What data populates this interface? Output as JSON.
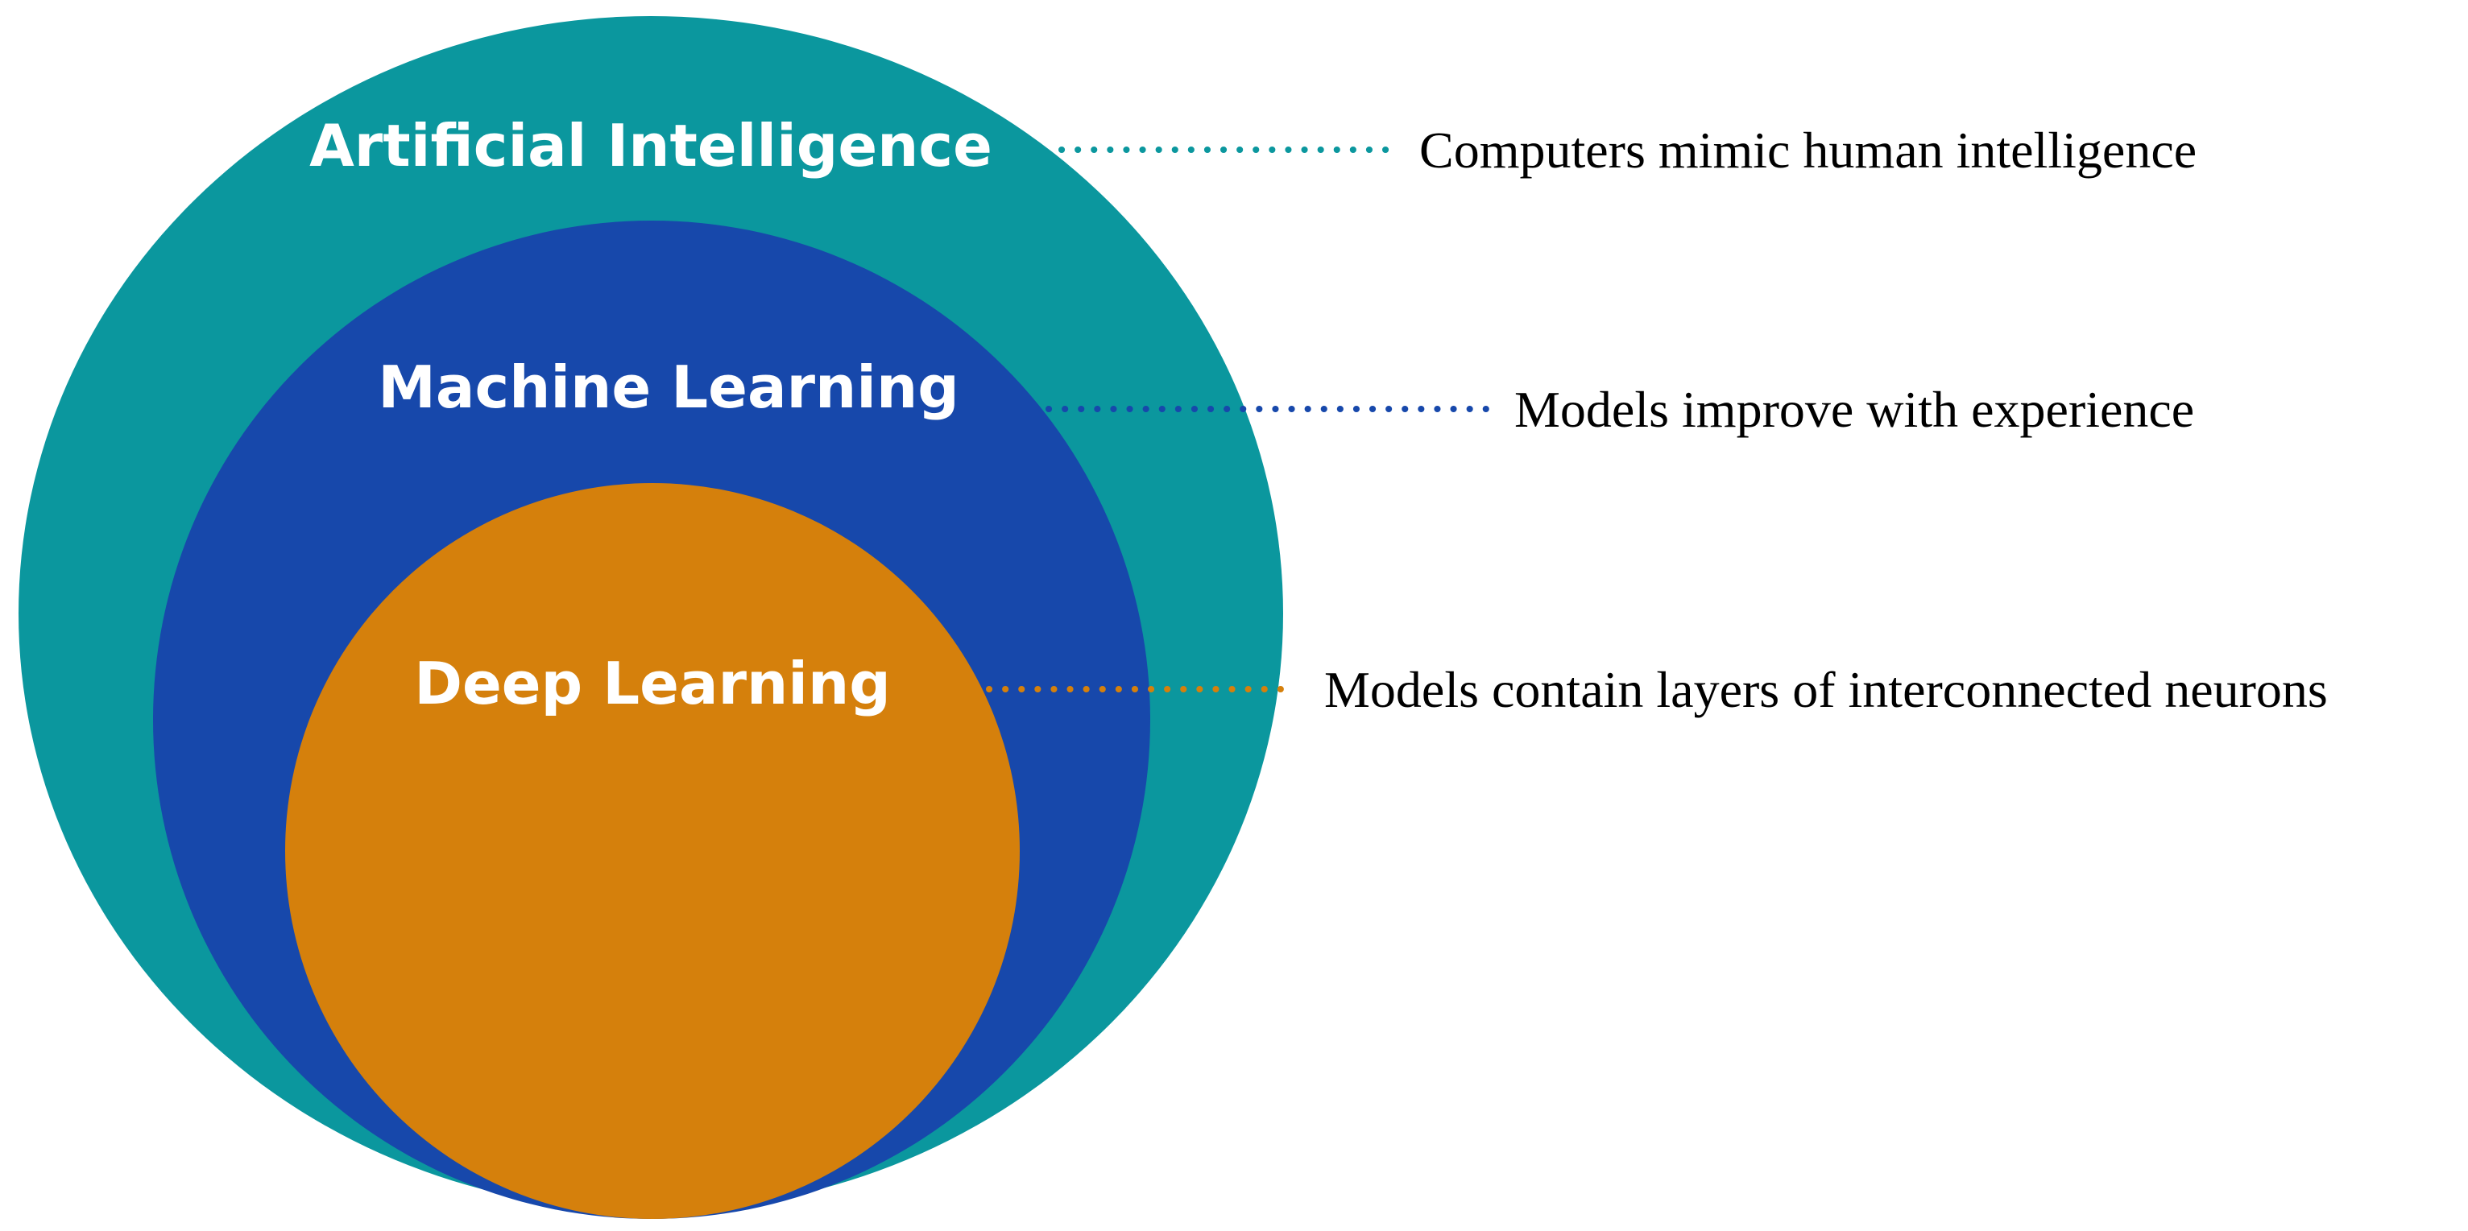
{
  "diagram": {
    "layers": [
      {
        "id": "ai",
        "label": "Artificial Intelligence",
        "description": "Computers mimic human intelligence",
        "color": "#0b979e"
      },
      {
        "id": "ml",
        "label": "Machine Learning",
        "description": "Models improve with experience",
        "color": "#1748ab"
      },
      {
        "id": "dl",
        "label": "Deep Learning",
        "description": "Models contain layers of interconnected neurons",
        "color": "#d5800c"
      }
    ]
  }
}
